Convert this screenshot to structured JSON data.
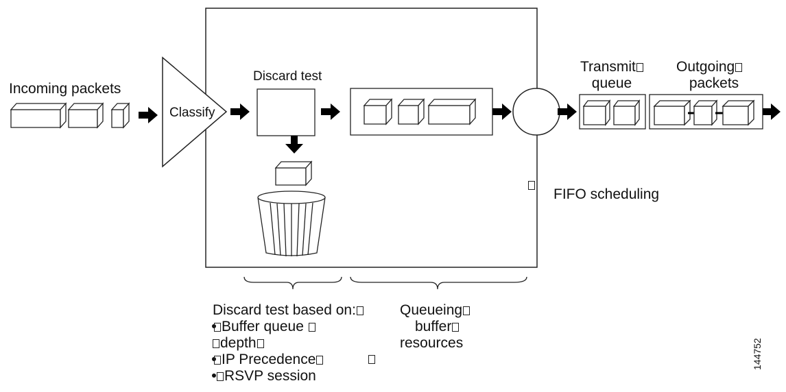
{
  "labels": {
    "incoming_packets": "Incoming packets",
    "classify": "Classify",
    "discard_test": "Discard test",
    "transmit_queue_l1": "Transmit",
    "transmit_queue_l2": "queue",
    "outgoing_packets_l1": "Outgoing",
    "outgoing_packets_l2": "packets",
    "fifo_scheduling": "FIFO scheduling"
  },
  "discard_basis": {
    "heading": "Discard test based on:",
    "items": [
      "Buffer queue ",
      "depth",
      "IP Precedence",
      "RSVP session"
    ]
  },
  "queueing_resources": {
    "line1": "Queueing",
    "line2": "buffer",
    "line3": "resources"
  },
  "figure_number": "144752"
}
